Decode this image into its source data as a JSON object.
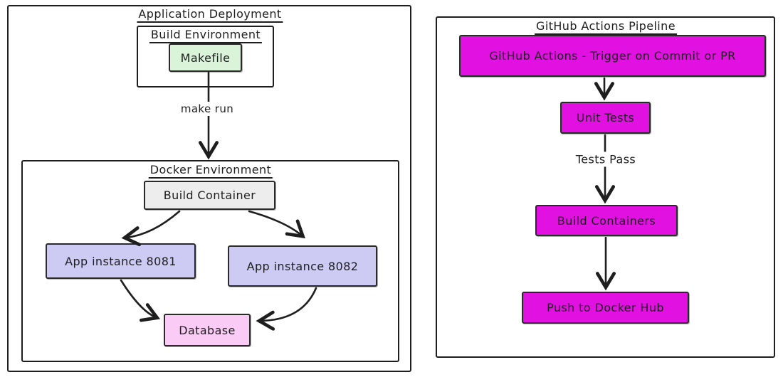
{
  "diagrams": {
    "left": {
      "title": "Application Deployment",
      "build_environment": {
        "title": "Build Environment",
        "makefile_label": "Makefile"
      },
      "edge_make_run_label": "make run",
      "docker_environment": {
        "title": "Docker Environment",
        "build_container_label": "Build Container",
        "app_instance_1_label": "App instance 8081",
        "app_instance_2_label": "App instance 8082",
        "database_label": "Database"
      }
    },
    "right": {
      "title": "GitHub Actions Pipeline",
      "trigger_label": "GitHub Actions - Trigger on Commit or PR",
      "unit_tests_label": "Unit Tests",
      "edge_tests_pass_label": "Tests Pass",
      "build_containers_label": "Build Containers",
      "push_docker_hub_label": "Push to Docker Hub"
    }
  },
  "colors": {
    "stroke": "#1e1e1e",
    "magenta_fill": "#e112e1",
    "purple_fill": "#cdcbf4",
    "green_fill": "#d9f4d9",
    "pink_fill": "#f9cbf5",
    "gray_fill": "#ededed",
    "background": "#ffffff"
  }
}
